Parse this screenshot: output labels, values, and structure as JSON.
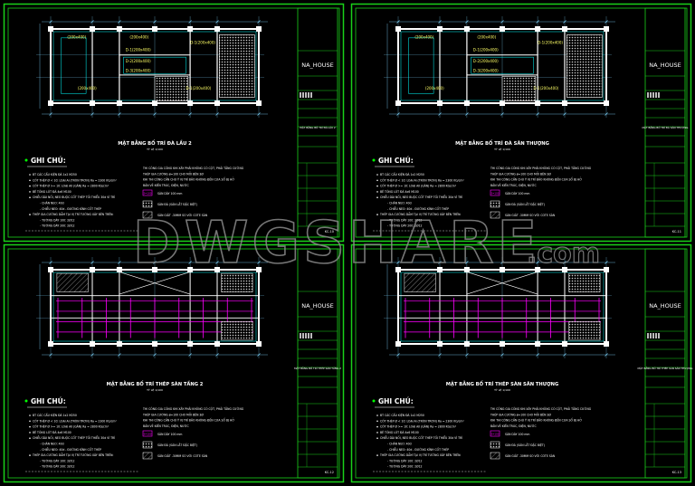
{
  "watermark": "DWGSHARE",
  "watermark_suffix": ".com",
  "colors": {
    "frame": "#19d219",
    "wall": "#ffffff",
    "dim": "#7fd6ff",
    "cyan": "#00ffff",
    "green_text": "#00ff00",
    "magenta": "#ff00ff",
    "label": "#ffff66",
    "note_text": "#ffffff",
    "title_text": "#ffffff",
    "watermark": "#8a8a8a"
  },
  "sheets": [
    {
      "id": "s1",
      "plan_type": "formwork",
      "plan_title": "MẶT BẰNG BỐ TRÍ ĐÀ LẦU 2",
      "scale": "TỶ LỆ 1/100",
      "project": "NA_HOUSE",
      "sheet_title": "MẶT BẰNG BỐ TRÍ ĐÀ LẦU 2",
      "sheet_no": "KC-10",
      "notes_header": "GHI CHÚ:",
      "notes_left": [
        "BT CÁC CẤU KIỆN ĐÁ 1x2 M250",
        "CỐT THÉP Ø < 10: LOẠI AI (TRÒN TRƠN) Ra = 2300 KG/cm²",
        "CỐT THÉP Ø >= 10: LOẠI AII (GÂN) Ra = 2800 KG/cm²",
        "BÊ TÔNG LÓT ĐÁ 4x6 M100",
        "CHIỀU DÀI NỐI, NEO BUỘC CỐT THÉP TỐI THIỂU 30d VÍ TRÍ",
        "- CHÂN NEO: 40d",
        "- CHIỀU NEO: 40d - ĐƯỜNG KÍNH CỐT THÉP",
        "THÉP GIA CƯỜNG DẦM TẠI VỊ TRÍ TƯỜNG XÂY BÊN TRÊN:",
        "- TƯỜNG DÀY 100: 2Ø12",
        "- TƯỜNG DÀY 200: 2Ø12"
      ],
      "notes_right": [
        "THI CÔNG GIA CÔNG KHI XÂY PHẢI KHÔNG CÓ CỘT, PHẢI TĂNG CƯỜNG",
        "THÉP GIA CƯỜNG ø=100 CHO MỖI BÊN 3Ø",
        "KHI THI CÔNG CẦN CHÚ Ý VỊ TRÍ BẢO KHÔNG ĐẾN CƯA SỔ BỊ HỞ",
        "BẢN VẼ KIẾN TRÚC, ĐIỆN, NƯỚC"
      ],
      "legend": [
        {
          "code": "S=100",
          "label": "SÀN DÀY 100 mm"
        },
        {
          "code": "hatch",
          "label": "SÀN ĐÁ (SÀN LẮT ĐẶC BIỆT)"
        },
        {
          "code": "hatch2",
          "label": "SÀN GIẢT -30MM SO VỚI COTE SÀN"
        }
      ],
      "beam_labels": [
        "(200x400)",
        "(200x400)",
        "D-1(200x400)",
        "D-2(200x400)",
        "D-3(200x400)",
        "D-1(200x400)",
        "(200x400)",
        "D-1(200x400)"
      ]
    },
    {
      "id": "s2",
      "plan_type": "formwork",
      "plan_title": "MẶT BẰNG BỐ TRÍ ĐÀ SÂN THƯỢNG",
      "scale": "TỶ LỆ 1/100",
      "project": "NA_HOUSE",
      "sheet_title": "MẶT BẰNG BỐ TRÍ ĐÀ SÂN THƯỢNG",
      "sheet_no": "KC-11",
      "notes_header": "GHI CHÚ:",
      "notes_left": [
        "BT CÁC CẤU KIỆN ĐÁ 1x2 M250",
        "CỐT THÉP Ø < 10: LOẠI AI (TRÒN TRƠN) Ra = 2300 KG/cm²",
        "CỐT THÉP Ø >= 10: LOẠI AII (GÂN) Ra = 2800 KG/cm²",
        "BÊ TÔNG LÓT ĐÁ 4x6 M100",
        "CHIỀU DÀI NỐI, NEO BUỘC CỐT THÉP TỐI THIỂU 30d VÍ TRÍ",
        "- CHÂN NEO: 40d",
        "- CHIỀU NEO: 40d - ĐƯỜNG KÍNH CỐT THÉP",
        "THÉP GIA CƯỜNG DẦM TẠI VỊ TRÍ TƯỜNG XÂY BÊN TRÊN:",
        "- TƯỜNG DÀY 100: 2Ø12",
        "- TƯỜNG DÀY 200: 2Ø12"
      ],
      "notes_right": [
        "THI CÔNG GIA CÔNG KHI XÂY PHẢI KHÔNG CÓ CỘT, PHẢI TĂNG CƯỜNG",
        "THÉP GIA CƯỜNG ø=100 CHO MỖI BÊN 3Ø",
        "KHI THI CÔNG CẦN CHÚ Ý VỊ TRÍ BẢO KHÔNG ĐẾN CƯA SỔ BỊ HỞ",
        "BẢN VẼ KIẾN TRÚC, ĐIỆN, NƯỚC"
      ],
      "legend": [
        {
          "code": "S=100",
          "label": "SÀN DÀY 100 mm"
        },
        {
          "code": "hatch",
          "label": "SÀN ĐÁ (SÀN LẮT ĐẶC BIỆT)"
        },
        {
          "code": "hatch2",
          "label": "SÀN GIẢT -30MM SO VỚI COTE SÀN"
        }
      ],
      "beam_labels": [
        "(200x400)",
        "(200x400)",
        "D-1(200x400)",
        "D-2(200x400)",
        "D-3(200x400)",
        "D-1(200x400)",
        "(200x400)",
        "D-1(200x400)"
      ]
    },
    {
      "id": "s3",
      "plan_type": "rebar",
      "plan_title": "MẶT BẰNG BỐ TRÍ THÉP SÀN TẦNG 2",
      "scale": "TỶ LỆ 1/100",
      "project": "NA_HOUSE",
      "sheet_title": "MẶT BẰNG BỐ TRÍ THÉP SÀN TẦNG 2",
      "sheet_no": "KC-12",
      "notes_header": "GHI CHÚ:",
      "notes_left": [
        "BT CÁC CẤU KIỆN ĐÁ 1x2 M250",
        "CỐT THÉP Ø < 10: LOẠI AI (TRÒN TRƠN) Ra = 2300 KG/cm²",
        "CỐT THÉP Ø >= 10: LOẠI AII (GÂN) Ra = 2800 KG/cm²",
        "BÊ TÔNG LÓT ĐÁ 4x6 M100",
        "CHIỀU DÀI NỐI, NEO BUỘC CỐT THÉP TỐI THIỂU 30d VÍ TRÍ",
        "- CHÂN NEO: 40d",
        "- CHIỀU NEO: 40d - ĐƯỜNG KÍNH CỐT THÉP",
        "THÉP GIA CƯỜNG DẦM TẠI VỊ TRÍ TƯỜNG XÂY BÊN TRÊN:",
        "- TƯỜNG DÀY 100: 2Ø12",
        "- TƯỜNG DÀY 200: 2Ø12"
      ],
      "notes_right": [
        "THI CÔNG GIA CÔNG KHI XÂY PHẢI KHÔNG CÓ CỘT, PHẢI TĂNG CƯỜNG",
        "THÉP GIA CƯỜNG ø=100 CHO MỖI BÊN 3Ø",
        "KHI THI CÔNG CẦN CHÚ Ý VỊ TRÍ BẢO KHÔNG ĐẾN CƯA SỔ BỊ HỞ",
        "BẢN VẼ KIẾN TRÚC, ĐIỆN, NƯỚC"
      ],
      "legend": [
        {
          "code": "S=100",
          "label": "SÀN DÀY 100 mm"
        },
        {
          "code": "hatch",
          "label": "SÀN ĐÁ (SÀN LẮT ĐẶC BIỆT)"
        },
        {
          "code": "hatch2",
          "label": "SÀN GIẢT -30MM SO VỚI COTE SÀN"
        }
      ],
      "beam_labels": []
    },
    {
      "id": "s4",
      "plan_type": "rebar",
      "plan_title": "MẶT BẰNG BỐ TRÍ THÉP SÀN SÂN THƯỢNG",
      "scale": "TỶ LỆ 1/100",
      "project": "NA_HOUSE",
      "sheet_title": "MẶT BẰNG BỐ TRÍ THÉP SÀN SÂN THƯỢNG",
      "sheet_no": "KC-13",
      "notes_header": "GHI CHÚ:",
      "notes_left": [
        "BT CÁC CẤU KIỆN ĐÁ 1x2 M250",
        "CỐT THÉP Ø < 10: LOẠI AI (TRÒN TRƠN) Ra = 2300 KG/cm²",
        "CỐT THÉP Ø >= 10: LOẠI AII (GÂN) Ra = 2800 KG/cm²",
        "BÊ TÔNG LÓT ĐÁ 4x6 M100",
        "CHIỀU DÀI NỐI, NEO BUỘC CỐT THÉP TỐI THIỂU 30d VÍ TRÍ",
        "- CHÂN NEO: 40d",
        "- CHIỀU NEO: 40d - ĐƯỜNG KÍNH CỐT THÉP",
        "THÉP GIA CƯỜNG DẦM TẠI VỊ TRÍ TƯỜNG XÂY BÊN TRÊN:",
        "- TƯỜNG DÀY 100: 2Ø12",
        "- TƯỜNG DÀY 200: 2Ø12"
      ],
      "notes_right": [
        "THI CÔNG GIA CÔNG KHI XÂY PHẢI KHÔNG CÓ CỘT, PHẢI TĂNG CƯỜNG",
        "THÉP GIA CƯỜNG ø=100 CHO MỖI BÊN 3Ø",
        "KHI THI CÔNG CẦN CHÚ Ý VỊ TRÍ BẢO KHÔNG ĐẾN CƯA SỔ BỊ HỞ",
        "BẢN VẼ KIẾN TRÚC, ĐIỆN, NƯỚC"
      ],
      "legend": [
        {
          "code": "S=100",
          "label": "SÀN DÀY 100 mm"
        },
        {
          "code": "hatch",
          "label": "SÀN ĐÁ (SÀN LẮT ĐẶC BIỆT)"
        },
        {
          "code": "hatch2",
          "label": "SÀN GIẢT -30MM SO VỚI COTE SÀN"
        }
      ],
      "beam_labels": []
    }
  ]
}
